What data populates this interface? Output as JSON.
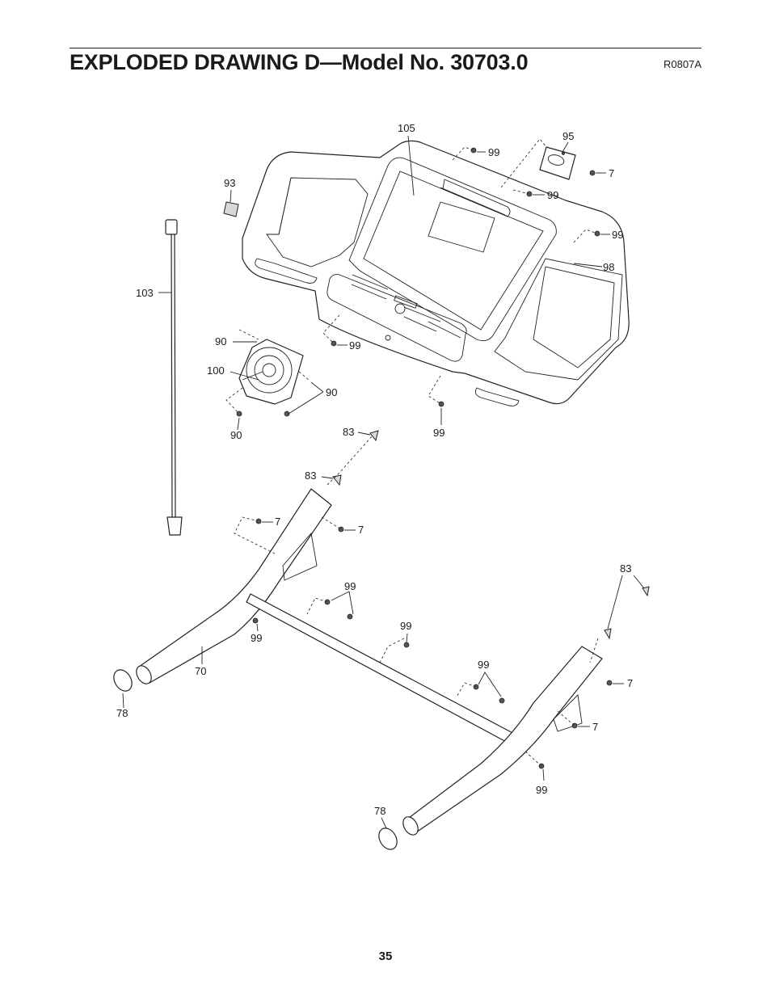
{
  "header": {
    "title": "EXPLODED DRAWING D—Model No. 30703.0",
    "drawing_code": "R0807A"
  },
  "footer": {
    "page_number": "35"
  },
  "callouts": {
    "c105": "105",
    "c95": "95",
    "c99a": "99",
    "c7a": "7",
    "c99b": "99",
    "c99c": "99",
    "c98": "98",
    "c93": "93",
    "c103": "103",
    "c90a": "90",
    "c100": "100",
    "c90b": "90",
    "c90c": "90",
    "c99d": "99",
    "c99e": "99",
    "c83a": "83",
    "c83b": "83",
    "c7b": "7",
    "c7c": "7",
    "c99f": "99",
    "c99g": "99",
    "c99h": "99",
    "c99i": "99",
    "c70": "70",
    "c78a": "78",
    "c83c": "83",
    "c7d": "7",
    "c7e": "7",
    "c99j": "99",
    "c78b": "78"
  }
}
